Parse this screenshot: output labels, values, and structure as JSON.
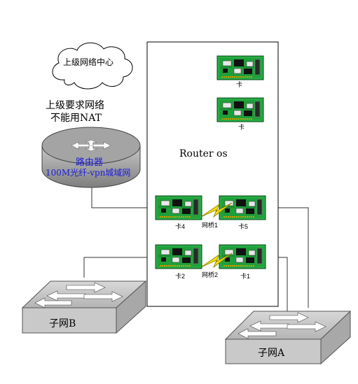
{
  "cloud": {
    "label": "上级网络中心"
  },
  "note": {
    "line1": "上级要求网络",
    "line2": "不能用NAT"
  },
  "router": {
    "title": "Router os"
  },
  "gateway": {
    "line1": "路由器",
    "line2": "100M光纤-vpn城域网"
  },
  "cards": {
    "top1": "卡",
    "top2": "卡",
    "card4": "卡4",
    "card5": "卡5",
    "card2": "卡2",
    "card1": "卡1"
  },
  "bridges": {
    "bridge1": "网桥1",
    "bridge2": "网桥2"
  },
  "subnets": {
    "b": "子网B",
    "a": "子网A"
  },
  "colors": {
    "nic_green": "#1f9f3a",
    "bolt_yellow": "#f4e000",
    "gateway_label_blue": "#1a1adc",
    "switch_gray": "#c9c9c9",
    "router_dome": "#9c9c9c"
  }
}
